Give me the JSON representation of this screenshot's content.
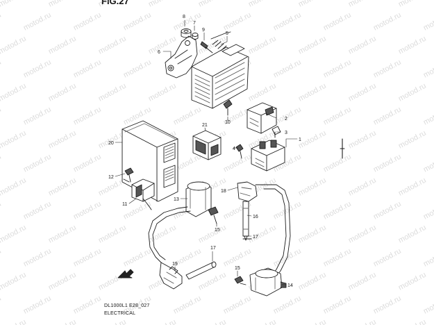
{
  "figure_title": "FIG.27",
  "watermark_text": "motod.ru",
  "captions": {
    "code": "DL1000L1 E28_027",
    "section": "ELECTRICAL"
  },
  "colors": {
    "line": "#1a1a1a",
    "shade": "#6e6e6e",
    "fill": "#ffffff",
    "watermark": "#9a9a9a"
  },
  "callouts": [
    "8",
    "7",
    "9",
    "5",
    "6",
    "10",
    "2",
    "3",
    "1",
    "4",
    "21",
    "20",
    "12",
    "11",
    "13",
    "18",
    "16",
    "15",
    "17",
    "19",
    "17",
    "15",
    "14"
  ]
}
